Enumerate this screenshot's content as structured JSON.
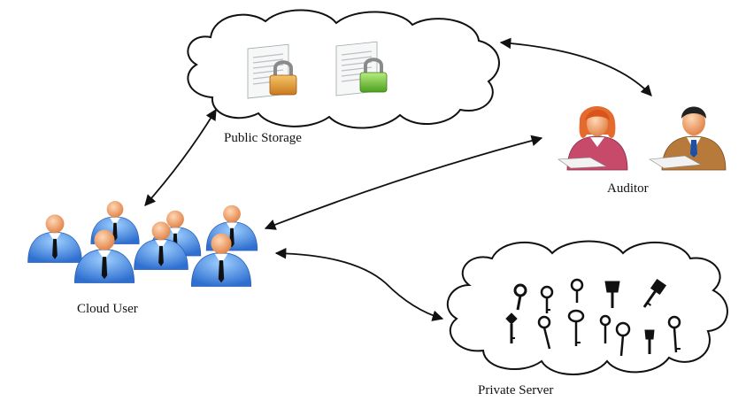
{
  "nodes": {
    "public_storage": {
      "label": "Public Storage"
    },
    "auditor": {
      "label": "Auditor"
    },
    "cloud_user": {
      "label": "Cloud User"
    },
    "private_server": {
      "label": "Private Server"
    }
  },
  "colors": {
    "cloud_stroke": "#111111",
    "user_blue": "#4f8fe0",
    "head_skin": "#f4a36e",
    "lock_orange": "#e39a34",
    "lock_green": "#7cc441",
    "key_black": "#111111",
    "arrow": "#111111"
  },
  "icons": {
    "public_storage": [
      "document-lock-icon",
      "document-lock-icon"
    ],
    "auditor": [
      "woman-auditor-icon",
      "man-auditor-icon"
    ],
    "cloud_user": "user-group-icon",
    "private_server": "key-icon"
  }
}
